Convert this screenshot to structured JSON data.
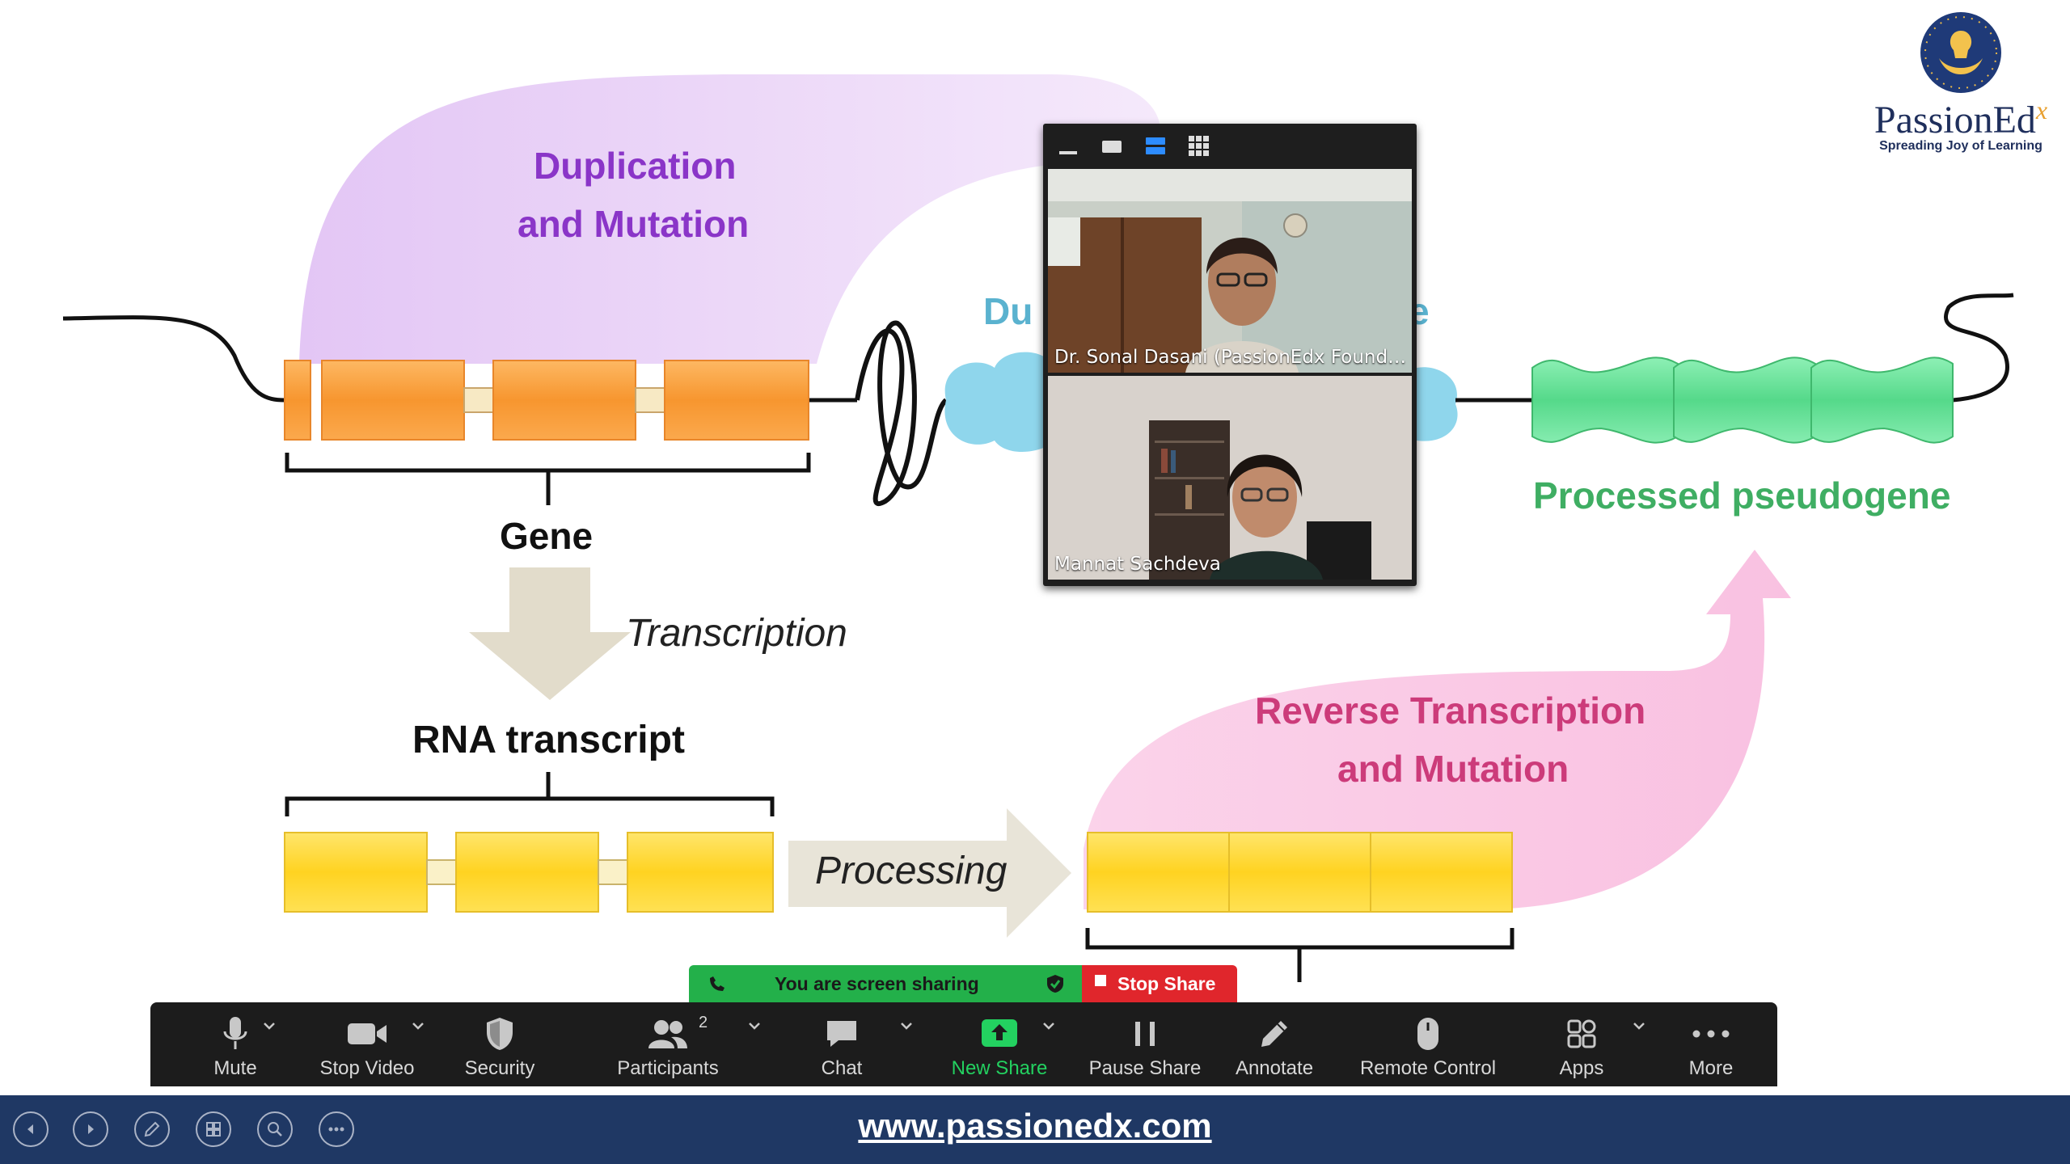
{
  "slide": {
    "labels": {
      "duplication_line1": "Duplication",
      "duplication_line2": "and Mutation",
      "gene": "Gene",
      "transcription": "Transcription",
      "rna_transcript": "RNA transcript",
      "processing": "Processing",
      "reverse_line1": "Reverse Transcription",
      "reverse_line2": "and Mutation",
      "processed_pseudogene": "Processed pseudogene",
      "hidden_fragment": "Du",
      "hidden_fragment_right": "e"
    },
    "colors": {
      "gene_exon": "#f7a043",
      "rna_exon": "#ffd83a",
      "pseudogene": "#6ee39a",
      "duplication_text": "#8a35c8",
      "reverse_text": "#cc3b7a",
      "pseudogene_text": "#3fae63",
      "cloud": "#8fd6ec"
    }
  },
  "logo": {
    "name": "PassionEd",
    "superscript": "x",
    "tagline": "Spreading Joy of Learning"
  },
  "video_panel": {
    "participants": [
      {
        "name": "Dr. Sonal Dasani (PassionEdx Foundatio..."
      },
      {
        "name": "Mannat Sachdeva"
      }
    ],
    "view_icons": [
      "minimize-icon",
      "speaker-view-icon",
      "strip-view-icon",
      "gallery-view-icon"
    ]
  },
  "share_banner": {
    "status": "You are screen sharing",
    "stop_label": "Stop Share"
  },
  "toolbar": {
    "buttons": [
      {
        "label": "Mute",
        "icon": "microphone-icon"
      },
      {
        "label": "Stop Video",
        "icon": "video-camera-icon"
      },
      {
        "label": "Security",
        "icon": "shield-icon"
      },
      {
        "label": "Participants",
        "icon": "participants-icon",
        "count": "2"
      },
      {
        "label": "Chat",
        "icon": "chat-bubble-icon"
      },
      {
        "label": "New Share",
        "icon": "share-screen-icon"
      },
      {
        "label": "Pause Share",
        "icon": "pause-icon"
      },
      {
        "label": "Annotate",
        "icon": "pencil-icon"
      },
      {
        "label": "Remote Control",
        "icon": "mouse-icon"
      },
      {
        "label": "Apps",
        "icon": "apps-icon"
      },
      {
        "label": "More",
        "icon": "more-dots-icon"
      }
    ],
    "accent": "#23d160"
  },
  "bottom_bar": {
    "url": "www.passionedx.com",
    "background": "#1f3864"
  }
}
